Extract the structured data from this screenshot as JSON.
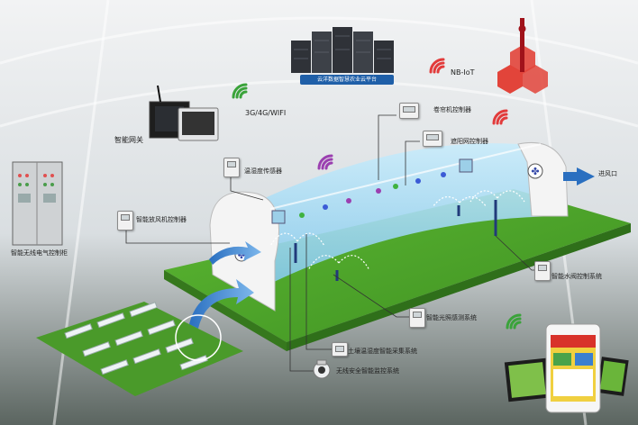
{
  "labels": {
    "cloud": "云洋数据智慧农业云平台",
    "nbiot": "NB-IoT",
    "gateway": "智能网关",
    "network": "3G/4G/WIFI",
    "curtain": "卷帘机控制器",
    "shade": "遮阳网控制器",
    "temp_humidity": "温湿度传感器",
    "fan": "智能放风机控制器",
    "air_inlet": "进风口",
    "cabinet": "智能无线电气控制柜",
    "valve": "智能水阀控制系统",
    "light": "智能光照感测系统",
    "soil": "土壤温湿度智能采集系统",
    "camera": "无线安全智能监控系统"
  },
  "colors": {
    "field_green": "#4fa82b",
    "tunnel_blue": "#8fd0f0",
    "tunnel_wall": "#f4f4f4",
    "accent_blue": "#1f5fa8",
    "signal_green": "#3aa33a",
    "signal_red": "#e23b3b",
    "signal_purple": "#9b3fb0"
  }
}
